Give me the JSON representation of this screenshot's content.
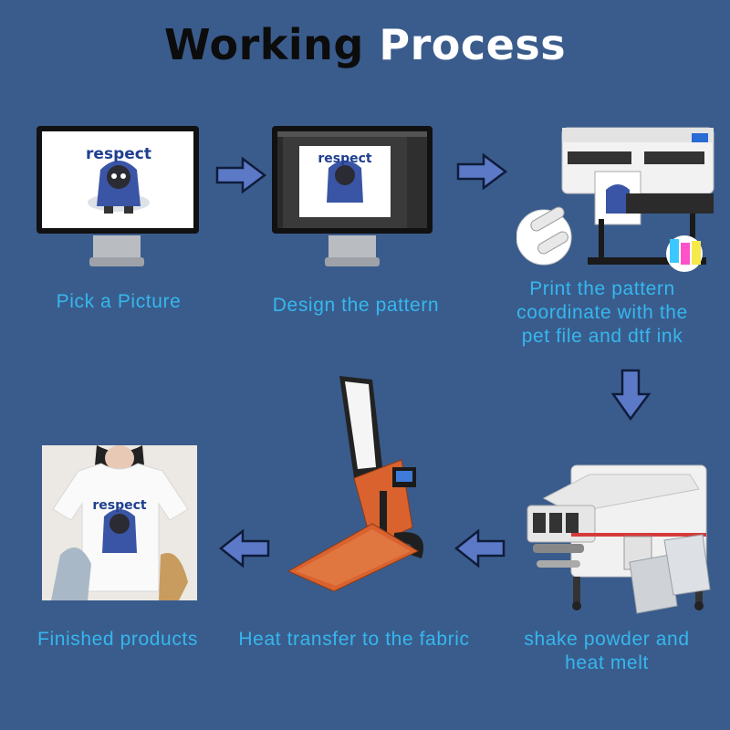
{
  "title": {
    "word1": "Working",
    "word2": "Process"
  },
  "steps": [
    {
      "caption": [
        "Pick a Picture"
      ],
      "artwork_text": "respect"
    },
    {
      "caption": [
        "Design  the  pattern"
      ],
      "artwork_text": "respect"
    },
    {
      "caption": [
        "Print  the  pattern",
        "coordinate  with  the",
        "pet  file  and  dtf  ink"
      ]
    },
    {
      "caption": [
        "shake  powder and",
        "heat   melt"
      ]
    },
    {
      "caption": [
        "Heat transfer to the fabric"
      ]
    },
    {
      "caption": [
        "Finished products"
      ],
      "artwork_text": "respect"
    }
  ],
  "colors": {
    "background": "#3a5c8c",
    "caption": "#35b7ee",
    "arrow": "#5b79c6",
    "press": "#d9622e"
  },
  "icons": [
    "monitor-icon",
    "arrow-right-icon",
    "arrow-down-icon",
    "arrow-left-icon",
    "printer-icon",
    "shaker-icon",
    "heat-press-icon",
    "tshirt-icon"
  ]
}
